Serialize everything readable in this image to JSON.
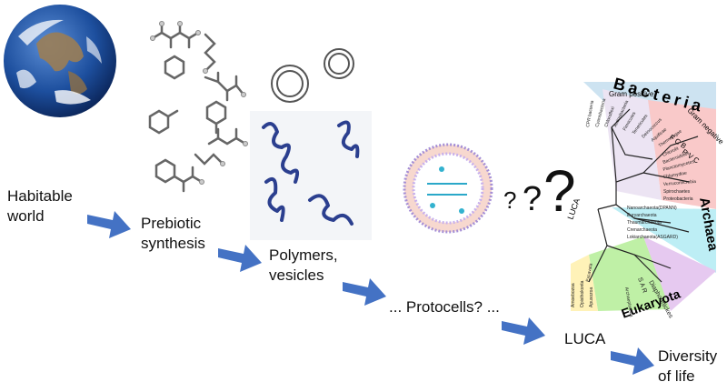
{
  "steps": {
    "habitable": [
      "Habitable",
      "world"
    ],
    "prebiotic": [
      "Prebiotic",
      "synthesis"
    ],
    "polymers": [
      "Polymers,",
      "vesicles"
    ],
    "protocells": "... Protocells? ...",
    "luca": "LUCA",
    "diversity": [
      "Diversity",
      "of life"
    ]
  },
  "question_marks": [
    "?",
    "?",
    "?"
  ],
  "tree": {
    "bacteria": "Bacteria",
    "archaea": "Archaea",
    "eukaryota": "Eukaryota",
    "luca": "LUCA",
    "groups": {
      "gram_positive": "Gram positive",
      "gram_negative": "Gram negative",
      "fcb": "F C B",
      "pvc": "P V C"
    },
    "bacteria_taxa": [
      "CPR bacteria",
      "Cyanobacteria",
      "Chloroflexi",
      "Actinobacteria",
      "Firmicutes",
      "Tenericutes",
      "Deinococcus",
      "Aquificae",
      "Thermotogae",
      "Chlorobi",
      "Bacteroidetes",
      "Planctomycetes",
      "Chlamydiae",
      "Verrucomicrobia",
      "Spirochaetes",
      "Proteobacteria"
    ],
    "archaea_taxa": [
      "Nanoarchaeota(DPANN)",
      "Euryarchaeota",
      "Thaumarchaeota",
      "Crenarchaeota",
      "Lokiarchaeota(ASGARD)"
    ],
    "eukaryota_taxa": [
      "Excavata",
      "Diaphoretickes",
      "S A R",
      "Archaeplastida",
      "Amoebozoa",
      "Opisthokonta",
      "Apusozoa"
    ],
    "colors": {
      "bacteria_bg": "#cde3f1",
      "gram_pos": "#ece4f3",
      "gram_neg": "#f9c9c9",
      "archaea": "#bdeef5",
      "eukaryota_green": "#bff0a6",
      "eukaryota_purple": "#e6c9f0",
      "eukaryota_yellow": "#fff2b8"
    }
  },
  "arrow_color": "#4472c4"
}
